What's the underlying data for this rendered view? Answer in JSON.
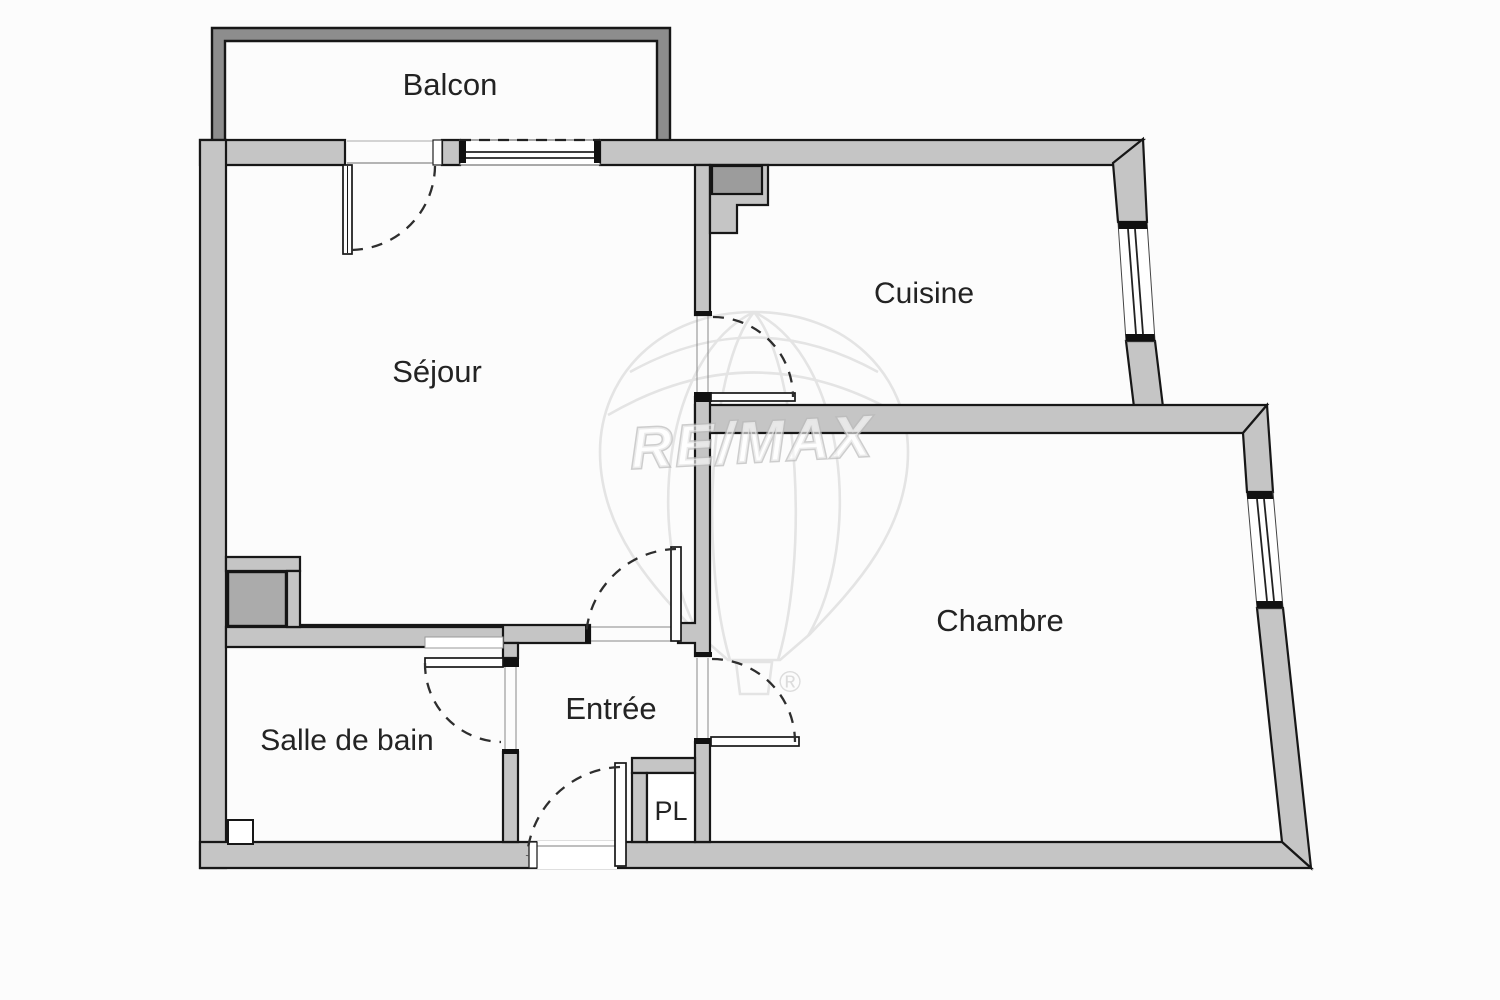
{
  "plan": {
    "rooms": [
      {
        "id": "balcon",
        "label": "Balcon"
      },
      {
        "id": "sejour",
        "label": "Séjour"
      },
      {
        "id": "cuisine",
        "label": "Cuisine"
      },
      {
        "id": "chambre",
        "label": "Chambre"
      },
      {
        "id": "salle_de_bain",
        "label": "Salle de bain"
      },
      {
        "id": "entree",
        "label": "Entrée"
      },
      {
        "id": "placard",
        "label": "PL"
      }
    ],
    "watermark": {
      "brand": "RE/MAX",
      "registered": "®"
    },
    "colors": {
      "background": "#fcfcfc",
      "wall_fill": "#c5c5c5",
      "wall_stroke": "#171717",
      "railing_fill": "#8d8d8d",
      "duct_fill": "#ababab",
      "duct_dark_fill": "#9c9c9c",
      "label_color": "#232323",
      "watermark_line": "#e4e4e4",
      "door_arc": "#2e2e2e"
    }
  }
}
